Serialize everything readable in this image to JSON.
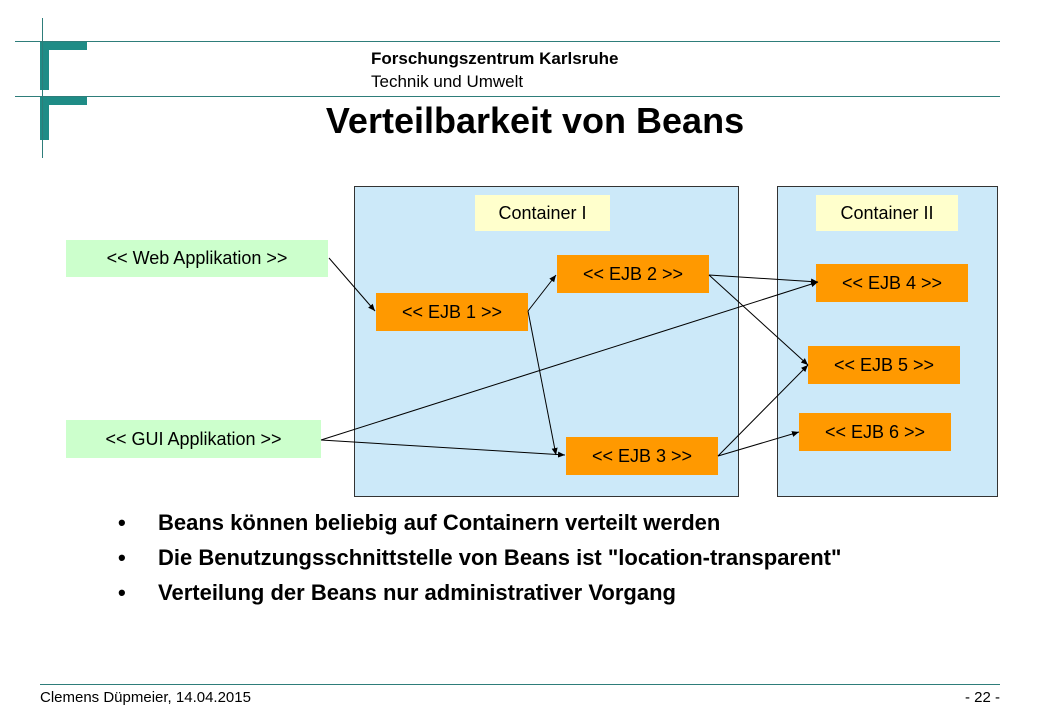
{
  "header": {
    "org_name": "Forschungszentrum Karlsruhe",
    "org_sub": "Technik und Umwelt"
  },
  "title": "Verteilbarkeit von Beans",
  "diagram": {
    "containers": [
      {
        "label": "Container I"
      },
      {
        "label": "Container II"
      }
    ],
    "apps": [
      {
        "label": "<< Web Applikation >>"
      },
      {
        "label": "<< GUI Applikation >>"
      }
    ],
    "ejbs": [
      {
        "label": "<< EJB 1 >>"
      },
      {
        "label": "<< EJB 2 >>"
      },
      {
        "label": "<< EJB 3 >>"
      },
      {
        "label": "<< EJB 4 >>"
      },
      {
        "label": "<< EJB 5 >>"
      },
      {
        "label": "<< EJB 6 >>"
      }
    ],
    "colors": {
      "container_fill": "#cce9f9",
      "container_label_fill": "#ffffcc",
      "app_fill": "#ccffcc",
      "ejb_fill": "#ff9900",
      "logo": "#1f8c86"
    }
  },
  "bullets": [
    "Beans können  beliebig auf Containern verteilt werden",
    "Die Benutzungsschnittstelle von Beans ist \"location-transparent\"",
    "Verteilung der Beans nur administrativer Vorgang"
  ],
  "bullet_glyph": "•",
  "footer": {
    "author_date": "Clemens Düpmeier, 14.04.2015",
    "page": "- 22 -"
  }
}
